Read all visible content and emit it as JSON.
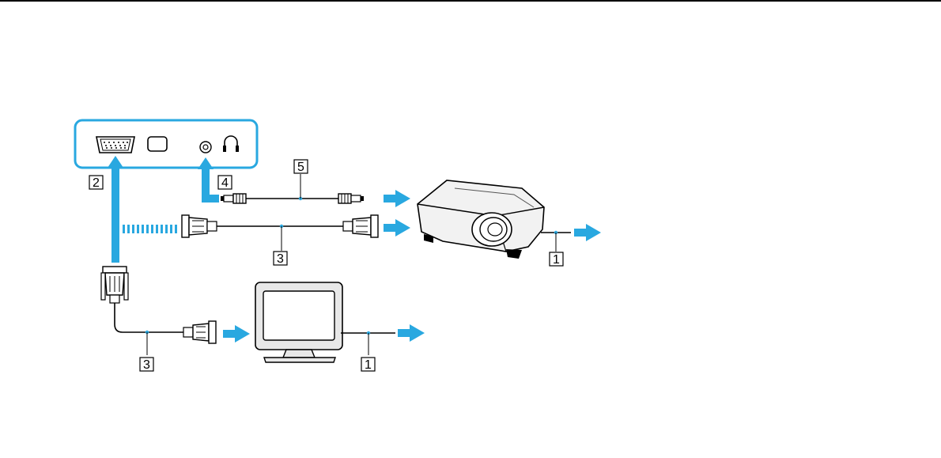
{
  "diagram": {
    "callouts": {
      "vga_port": "2",
      "headphone_jack": "4",
      "audio_cable": "5",
      "projector_vga_cable": "3",
      "monitor_vga_cable": "3",
      "projector_power": "1",
      "monitor_power": "1"
    },
    "colors": {
      "accent_blue": "#29a8e0",
      "line": "#000000",
      "device_gray": "#e8e8e8"
    }
  }
}
